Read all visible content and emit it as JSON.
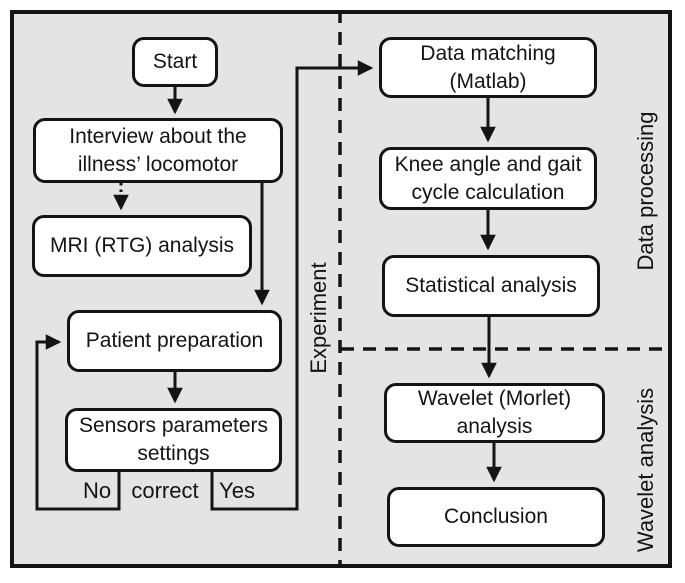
{
  "diagram": {
    "colors": {
      "background": "#e4e4e4",
      "node_fill": "#ffffff",
      "line": "#141414"
    },
    "nodes": {
      "start": {
        "label": "Start"
      },
      "interview": {
        "label": "Interview about the\nillness’ locomotor"
      },
      "mri": {
        "label": "MRI (RTG) analysis"
      },
      "patient": {
        "label": "Patient preparation"
      },
      "sensors": {
        "label": "Sensors parameters\nsettings"
      },
      "data_matching": {
        "label": "Data matching\n(Matlab)"
      },
      "knee": {
        "label": "Knee angle and gait\ncycle calculation"
      },
      "statistical": {
        "label": "Statistical analysis"
      },
      "wavelet": {
        "label": "Wavelet (Morlet)\nanalysis"
      },
      "conclusion": {
        "label": "Conclusion"
      }
    },
    "decision_labels": {
      "no": "No",
      "correct": "correct",
      "yes": "Yes"
    },
    "sections": {
      "experiment": "Experiment",
      "data_processing": "Data processing",
      "wavelet_analysis": "Wavelet analysis"
    }
  }
}
